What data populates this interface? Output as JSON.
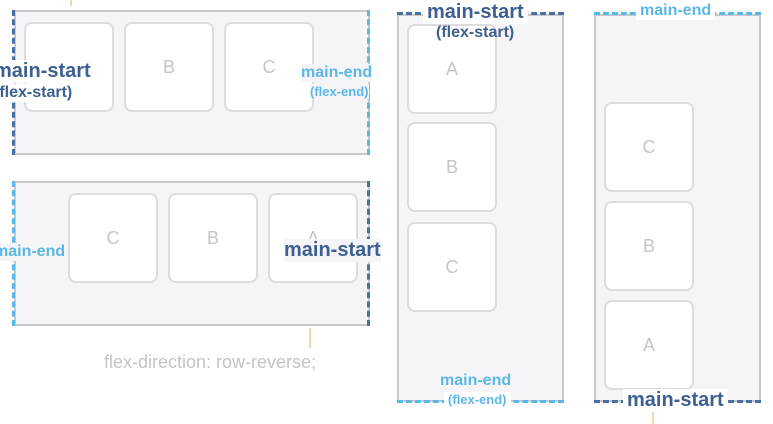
{
  "diagrams": {
    "row": {
      "items": [
        "A",
        "B",
        "C"
      ],
      "start_label": "main-start",
      "start_sub": "(flex-start)",
      "end_label": "main-end",
      "end_sub": "(flex-end)"
    },
    "row_reverse": {
      "items": [
        "C",
        "B",
        "A"
      ],
      "start_label": "main-start",
      "end_label": "main-end",
      "caption": "flex-direction: row-reverse;"
    },
    "column": {
      "items": [
        "A",
        "B",
        "C"
      ],
      "start_label": "main-start",
      "start_sub": "(flex-start)",
      "end_label": "main-end",
      "end_sub": "(flex-end)"
    },
    "column_reverse": {
      "items": [
        "C",
        "B",
        "A"
      ],
      "start_label": "main-start",
      "end_label": "main-end"
    }
  },
  "colors": {
    "main_start": "#3d5f91",
    "main_end": "#5bb8e6",
    "panel_bg": "#f5f5f7",
    "item_text": "#c5c5c8"
  }
}
